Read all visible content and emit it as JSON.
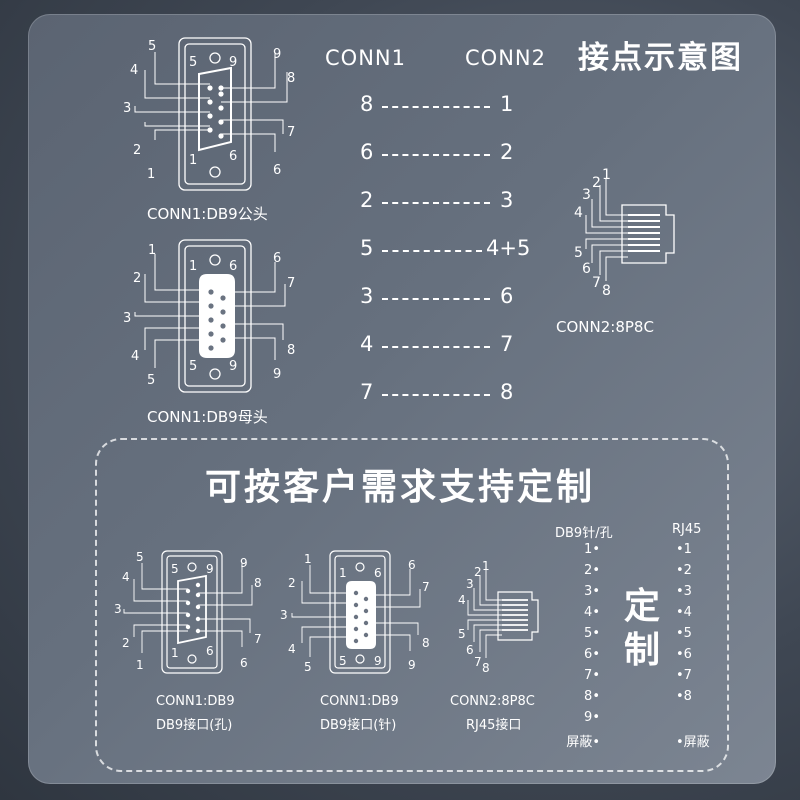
{
  "title": "接点示意图",
  "conn_headers": {
    "left": "CONN1",
    "right": "CONN2"
  },
  "pin_map": [
    {
      "left": "8",
      "right": "1"
    },
    {
      "left": "6",
      "right": "2"
    },
    {
      "left": "2",
      "right": "3"
    },
    {
      "left": "5",
      "right": "4+5"
    },
    {
      "left": "3",
      "right": "6"
    },
    {
      "left": "4",
      "right": "7"
    },
    {
      "left": "7",
      "right": "8"
    }
  ],
  "db9_male": {
    "caption": "CONN1:DB9公头",
    "pins": [
      "5",
      "4",
      "3",
      "2",
      "1",
      "5",
      "9",
      "1",
      "6",
      "9",
      "8",
      "7",
      "6"
    ]
  },
  "db9_female": {
    "caption": "CONN1:DB9母头",
    "pins": [
      "1",
      "2",
      "3",
      "4",
      "5",
      "1",
      "6",
      "5",
      "9",
      "6",
      "7",
      "8",
      "9"
    ]
  },
  "rj45": {
    "caption": "CONN2:8P8C",
    "pins": [
      "1",
      "2",
      "3",
      "4",
      "5",
      "6",
      "7",
      "8"
    ]
  },
  "custom": {
    "title": "可按客户需求支持定制",
    "db9_a": {
      "caption1": "CONN1:DB9",
      "caption2": "DB9接口(孔)"
    },
    "db9_b": {
      "caption1": "CONN1:DB9",
      "caption2": "DB9接口(针)"
    },
    "rj45": {
      "caption1": "CONN2:8P8C",
      "caption2": "RJ45接口"
    },
    "table": {
      "left_header": "DB9针/孔",
      "right_header": "RJ45",
      "left_items": [
        "1•",
        "2•",
        "3•",
        "4•",
        "5•",
        "6•",
        "7•",
        "8•",
        "9•",
        "屏蔽•"
      ],
      "right_items": [
        "•1",
        "•2",
        "•3",
        "•4",
        "•5",
        "•6",
        "•7",
        "•8",
        "•屏蔽"
      ],
      "center_text": [
        "定",
        "制"
      ]
    }
  },
  "colors": {
    "background": "#3f4753",
    "card": "#66707e",
    "text": "#ffffff"
  }
}
